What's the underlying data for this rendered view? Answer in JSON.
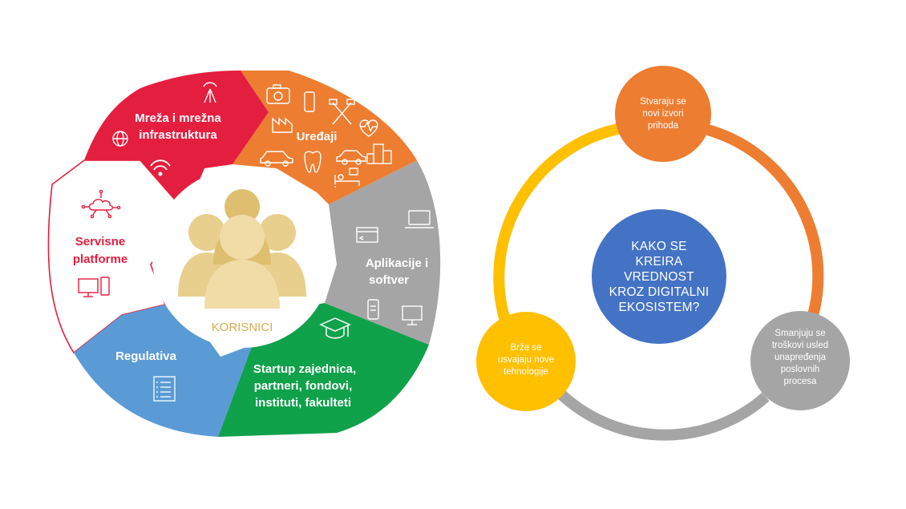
{
  "left_diagram": {
    "center_label": "KORISNICI",
    "segments": [
      {
        "id": "mreza",
        "lines": [
          "Mreža i mrežna",
          "infrastruktura"
        ],
        "color": "#e41e3f",
        "icons": [
          "antenna-icon",
          "globe-icon",
          "wifi-icon"
        ]
      },
      {
        "id": "uredjaji",
        "lines": [
          "Uređaji"
        ],
        "color": "#ee7e32",
        "icons": [
          "camera-icon",
          "phone-icon",
          "tools-icon",
          "factory-icon",
          "heart-rate-icon",
          "car-icon",
          "tooth-icon",
          "buildings-icon",
          "bed-icon"
        ]
      },
      {
        "id": "aplikacije",
        "lines": [
          "Aplikacije i",
          "softver"
        ],
        "color": "#a5a5a5",
        "icons": [
          "browser-icon",
          "laptop-icon",
          "mobile-app-icon",
          "monitor-icon"
        ]
      },
      {
        "id": "startup",
        "lines": [
          "Startup zajednica,",
          "partneri, fondovi,",
          "instituti, fakulteti"
        ],
        "color": "#10a14b",
        "icons": [
          "graduation-cap-icon"
        ]
      },
      {
        "id": "regulativa",
        "lines": [
          "Regulativa"
        ],
        "color": "#5b9bd5",
        "icons": [
          "checklist-icon"
        ]
      },
      {
        "id": "servisne",
        "lines": [
          "Servisne",
          "platforme"
        ],
        "color": "#e41e3f",
        "icons": [
          "cloud-network-icon",
          "computer-icon"
        ]
      }
    ]
  },
  "right_diagram": {
    "center_lines": [
      "KAKO SE",
      "KREIRA",
      "VREDNOST",
      "KROZ DIGITALNI",
      "EKOSISTEM?"
    ],
    "nodes": [
      {
        "id": "top",
        "lines": [
          "Stvaraju se",
          "novi izvori",
          "prihoda"
        ],
        "color": "#ed7d31"
      },
      {
        "id": "right",
        "lines": [
          "Smanjuju se",
          "troškovi usled",
          "unapređenja",
          "poslovnih",
          "procesa"
        ],
        "color": "#a5a5a5"
      },
      {
        "id": "left",
        "lines": [
          "Brže se",
          "usvajaju nove",
          "tehnologije"
        ],
        "color": "#ffc000"
      }
    ],
    "center_color": "#4472c4"
  }
}
